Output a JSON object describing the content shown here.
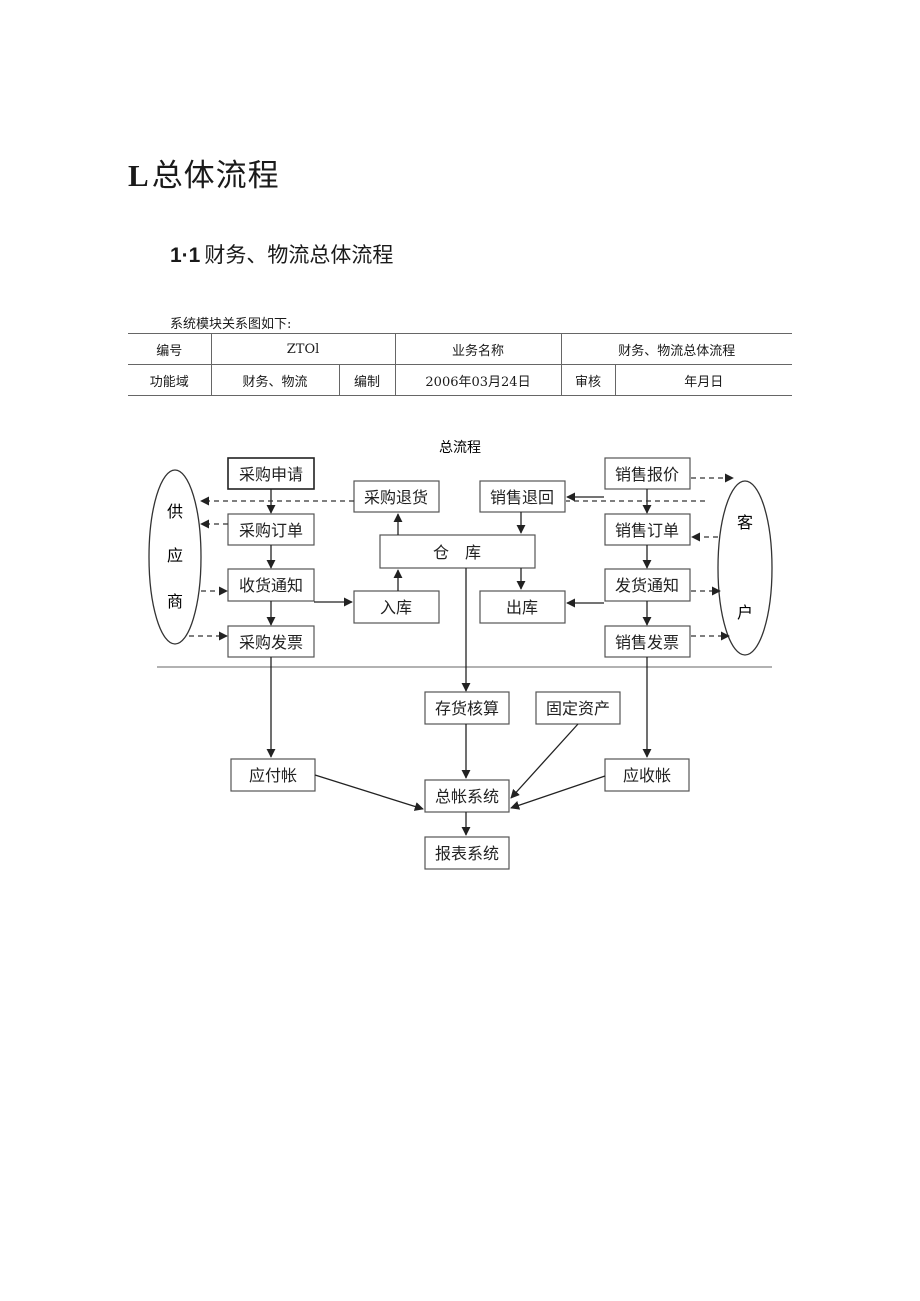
{
  "heading": {
    "number": "L",
    "title": "总体流程"
  },
  "subheading": {
    "number": "1·1",
    "title": "财务、物流总体流程"
  },
  "intro": "系统模块关系图如下:",
  "meta_table": {
    "row1": {
      "label_id": "编号",
      "value_id": "ZTOl",
      "label_name": "业务名称",
      "value_name": "财务、物流总体流程"
    },
    "row2": {
      "label_domain": "功能域",
      "value_domain": "财务、物流",
      "label_author": "编制",
      "value_date": "2006年03月24日",
      "label_review": "审核",
      "value_review_date": "年月日"
    }
  },
  "diagram": {
    "title": "总流程",
    "supplier": [
      "供",
      "应",
      "商"
    ],
    "customer": [
      "客",
      "户"
    ],
    "boxes": {
      "purchase_request": "采购申请",
      "purchase_return": "采购退货",
      "purchase_order": "采购订单",
      "goods_receipt": "收货通知",
      "purchase_invoice": "采购发票",
      "warehouse": "仓　库",
      "stock_in": "入库",
      "stock_out": "出库",
      "sales_return": "销售退回",
      "sales_quote": "销售报价",
      "sales_order": "销售订单",
      "delivery_notice": "发货通知",
      "sales_invoice": "销售发票",
      "inventory_accounting": "存货核算",
      "fixed_assets": "固定资产",
      "payables": "应付帐",
      "receivables": "应收帐",
      "general_ledger": "总帐系统",
      "report_system": "报表系统"
    }
  }
}
